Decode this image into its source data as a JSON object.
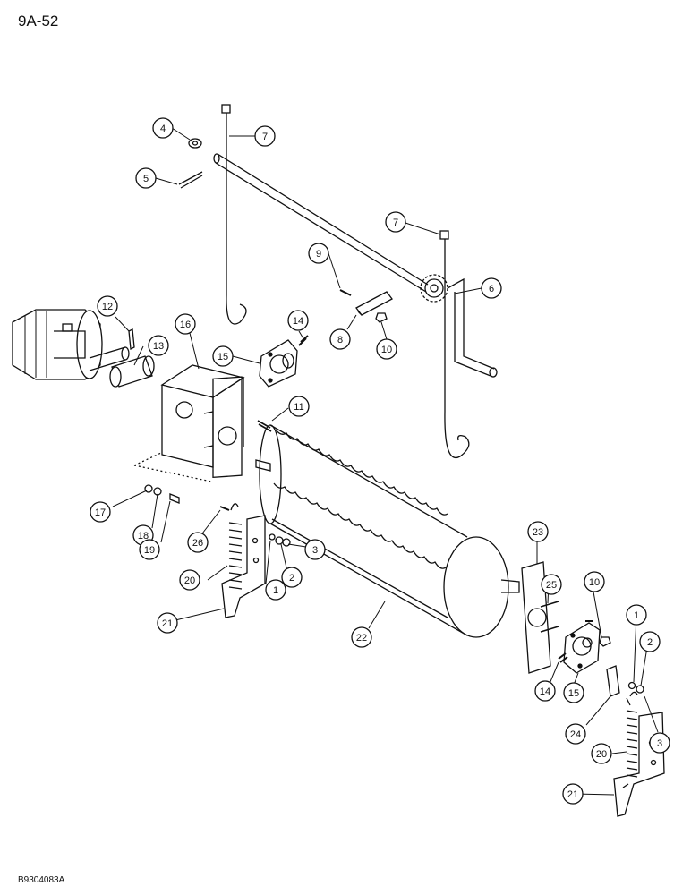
{
  "page_code": "9A-52",
  "ref_code": "B9304083A",
  "callouts": {
    "c1a": "1",
    "c1b": "1",
    "c2a": "2",
    "c2b": "2",
    "c3a": "3",
    "c3b": "3",
    "c4": "4",
    "c5": "5",
    "c6": "6",
    "c7a": "7",
    "c7b": "7",
    "c8": "8",
    "c9": "9",
    "c10a": "10",
    "c10b": "10",
    "c11": "11",
    "c12": "12",
    "c13": "13",
    "c14a": "14",
    "c14b": "14",
    "c15a": "15",
    "c15b": "15",
    "c16": "16",
    "c17": "17",
    "c18": "18",
    "c19": "19",
    "c20a": "20",
    "c20b": "20",
    "c21a": "21",
    "c21b": "21",
    "c22": "22",
    "c23": "23",
    "c24": "24",
    "c25": "25",
    "c26": "26"
  }
}
